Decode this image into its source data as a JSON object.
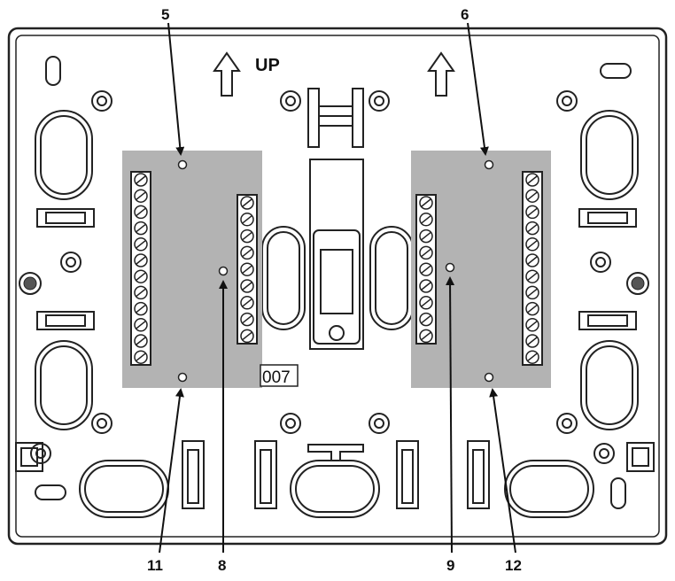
{
  "labels": {
    "up": "UP",
    "part_code": "007"
  },
  "callouts": [
    {
      "id": "5",
      "text": "5"
    },
    {
      "id": "6",
      "text": "6"
    },
    {
      "id": "11",
      "text": "11"
    },
    {
      "id": "8",
      "text": "8"
    },
    {
      "id": "9",
      "text": "9"
    },
    {
      "id": "12",
      "text": "12"
    }
  ],
  "colors": {
    "outline": "#222222",
    "terminal_block_fill": "#b3b3b3",
    "background": "#ffffff"
  }
}
